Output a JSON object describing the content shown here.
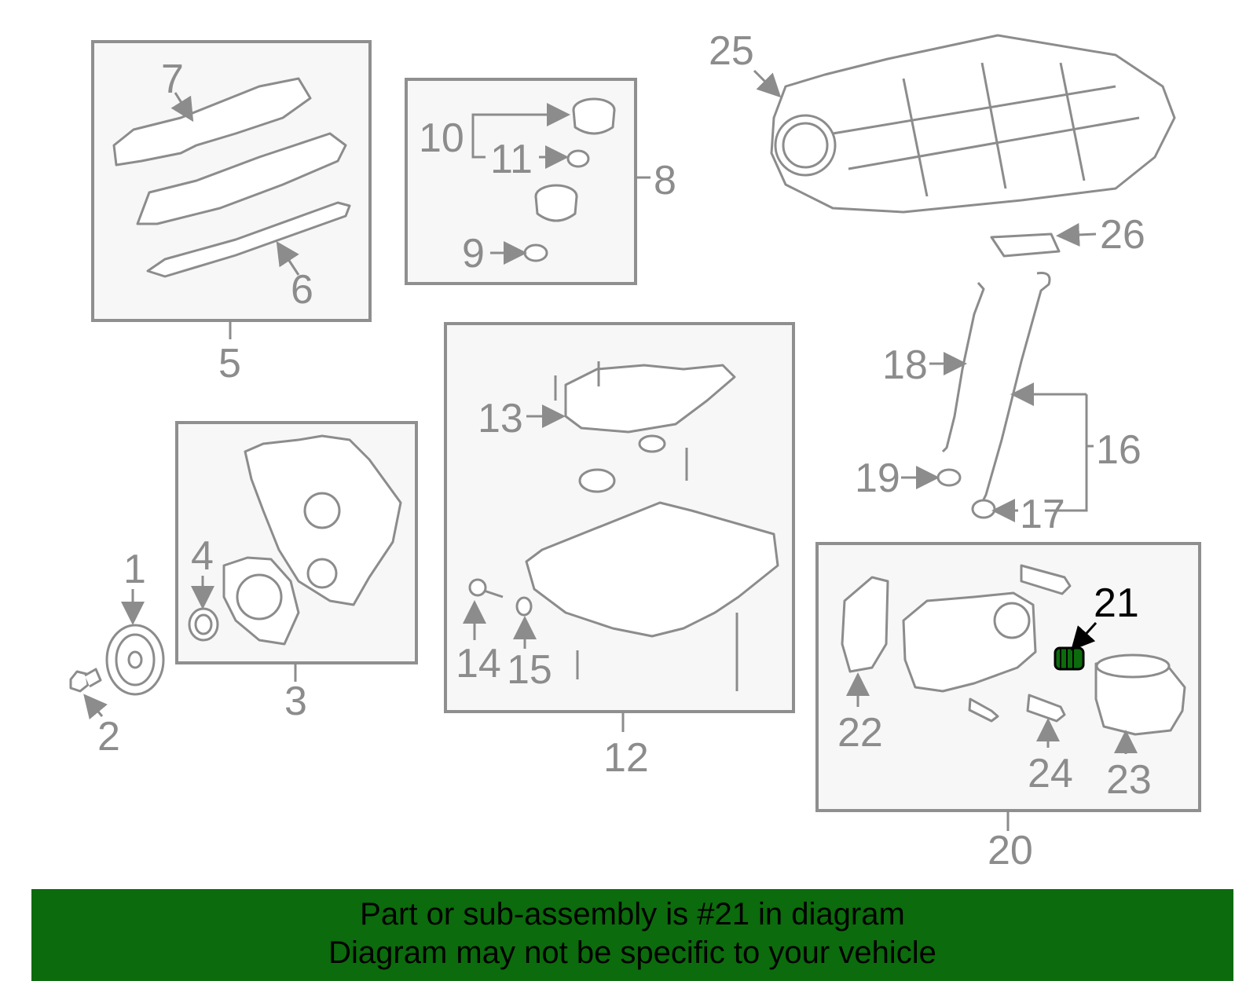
{
  "highlight_color": "#0c6b0c",
  "callouts": {
    "c1": "1",
    "c2": "2",
    "c3": "3",
    "c4": "4",
    "c5": "5",
    "c6": "6",
    "c7": "7",
    "c8": "8",
    "c9": "9",
    "c10": "10",
    "c11": "11",
    "c12": "12",
    "c13": "13",
    "c14": "14",
    "c15": "15",
    "c16": "16",
    "c17": "17",
    "c18": "18",
    "c19": "19",
    "c20": "20",
    "c21": "21",
    "c22": "22",
    "c23": "23",
    "c24": "24",
    "c25": "25",
    "c26": "26"
  },
  "highlighted_part": "21",
  "banner": {
    "line1": "Part or sub-assembly is #21 in diagram",
    "line2": "Diagram may not be specific to your vehicle"
  }
}
